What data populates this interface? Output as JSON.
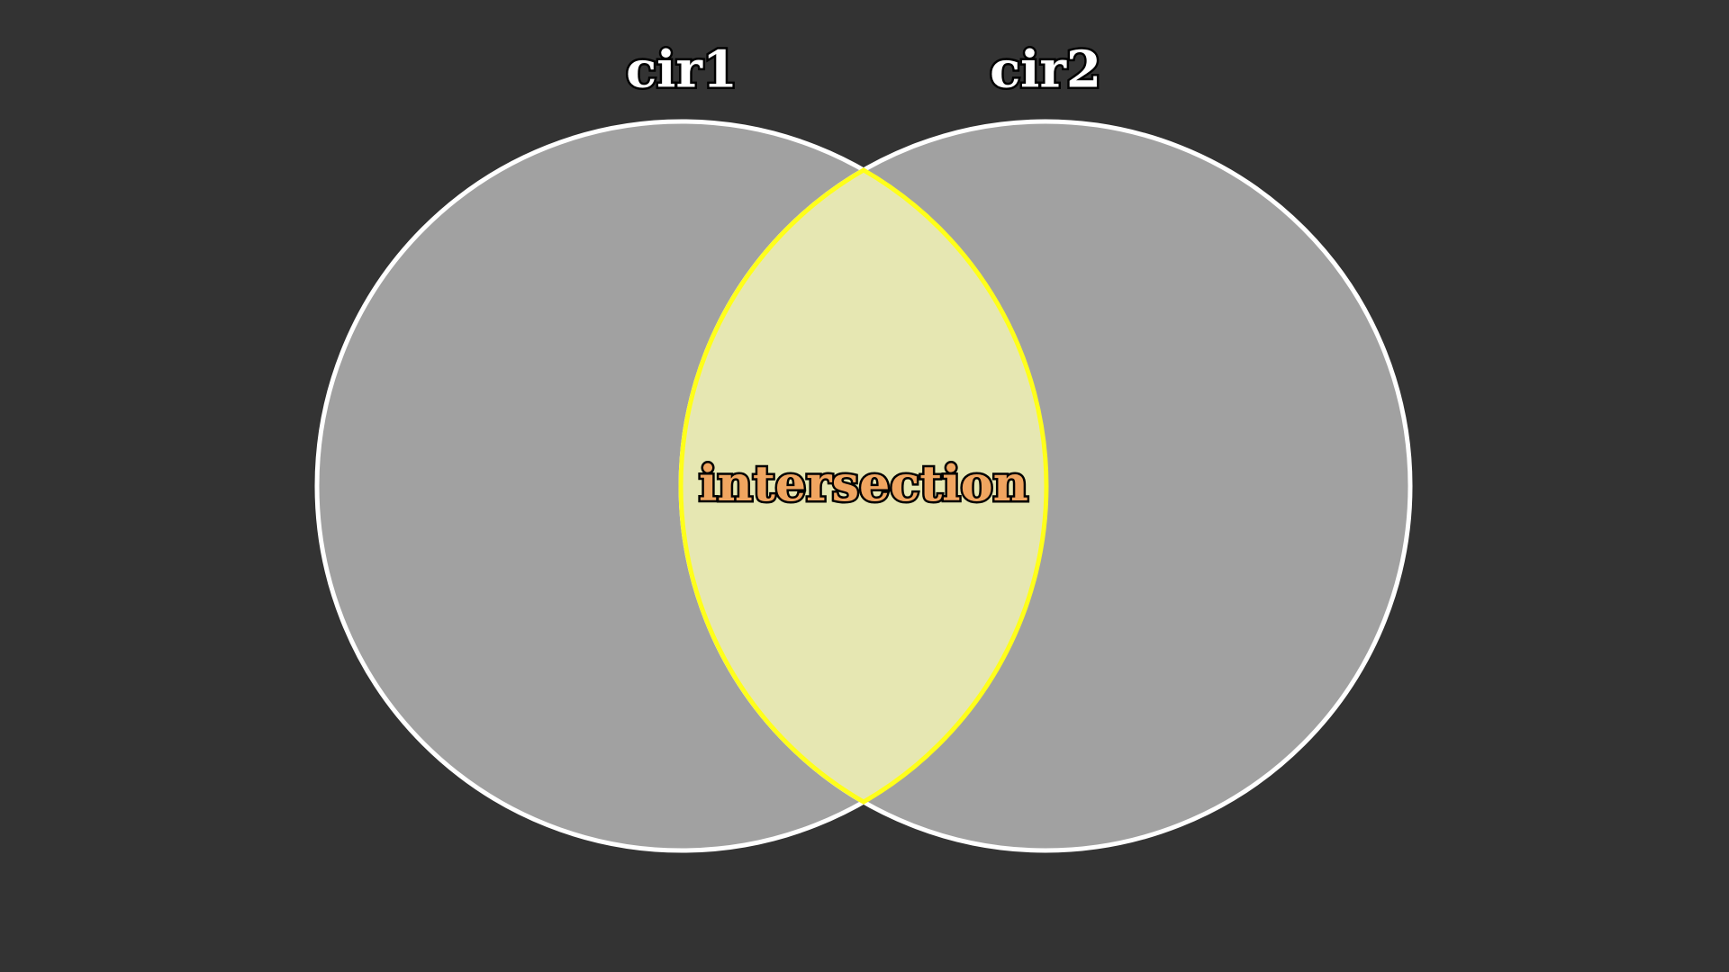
{
  "diagram": {
    "type": "venn-2",
    "sets": [
      {
        "id": "cir1",
        "label": "cir1"
      },
      {
        "id": "cir2",
        "label": "cir2"
      }
    ],
    "intersection": {
      "label": "intersection"
    },
    "colors": {
      "background": "#333333",
      "circle_fill": "#a1a1a1",
      "circle_stroke": "#ffffff",
      "intersection_fill": "#e6e7b2",
      "intersection_stroke": "#ffff1a",
      "set_label_fill": "#ffffff",
      "intersection_label_fill": "#f0a560",
      "label_outline": "#000000"
    }
  }
}
